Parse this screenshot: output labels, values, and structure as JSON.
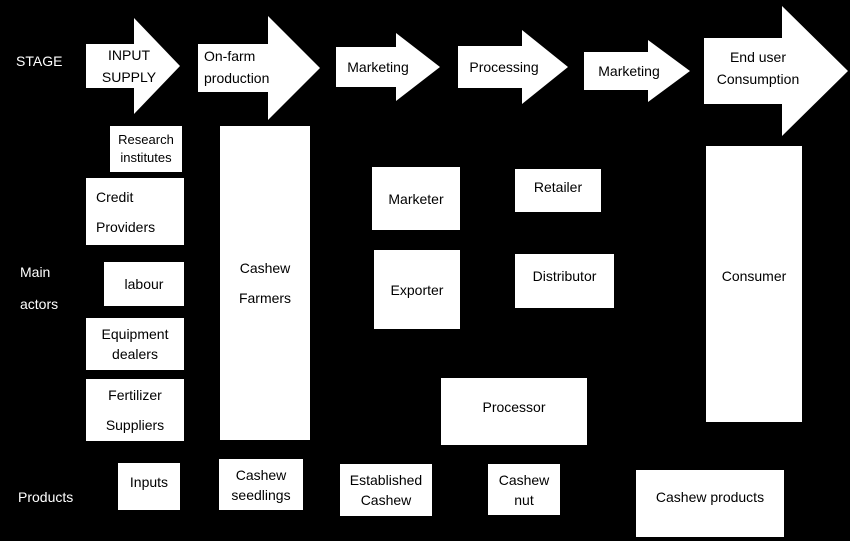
{
  "row_labels": {
    "stage": "STAGE",
    "main_actors": "Main\nactors",
    "products": "Products"
  },
  "stages": [
    "INPUT\nSUPPLY",
    "On-farm\nproduction",
    "Marketing",
    "Processing",
    "Marketing",
    "End user\nConsumption"
  ],
  "actors": {
    "research_institutes": "Research\ninstitutes",
    "credit_providers": "Credit\nProviders",
    "labour": "labour",
    "equipment_dealers": "Equipment\ndealers",
    "fertilizer_suppliers": "Fertilizer\nSuppliers",
    "cashew_farmers": "Cashew\nFarmers",
    "marketer": "Marketer",
    "exporter": "Exporter",
    "retailer": "Retailer",
    "distributor": "Distributor",
    "processor": "Processor",
    "consumer": "Consumer"
  },
  "products": {
    "inputs": "Inputs",
    "cashew_seedlings": "Cashew\nseedlings",
    "established_cashew": "Established\nCashew",
    "cashew_nut": "Cashew\nnut",
    "cashew_products": "Cashew products"
  },
  "colors": {
    "background": "#000000",
    "box": "#ffffff",
    "text_on_box": "#000000",
    "label_text": "#ffffff"
  }
}
